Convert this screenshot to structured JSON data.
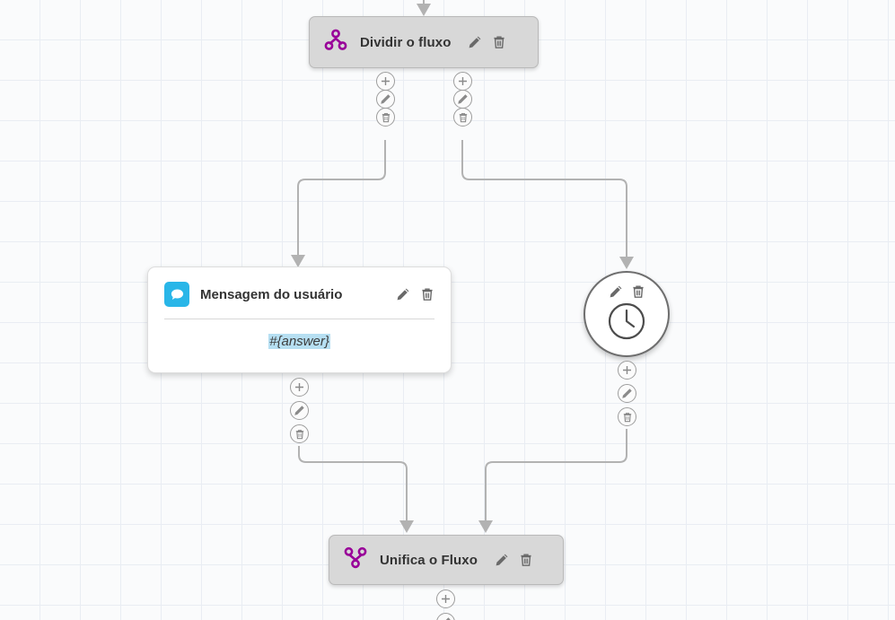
{
  "canvas": {
    "grid_color": "#e9edf3",
    "background_color": "#fafbfc",
    "edge_color": "#b2b2b2"
  },
  "nodes": [
    {
      "id": "split",
      "type": "split-flow",
      "title": "Dividir o fluxo",
      "icon": "split-flow-icon",
      "accent_color": "#990099",
      "edit_label": "Editar",
      "delete_label": "Excluir"
    },
    {
      "id": "user-message",
      "type": "user-message",
      "title": "Mensagem do usuário",
      "icon": "speech-bubble-icon",
      "accent_color": "#29b6e8",
      "body_token": "#{answer}",
      "token_highlight_color": "#b6dff2",
      "edit_label": "Editar",
      "delete_label": "Excluir"
    },
    {
      "id": "delay",
      "type": "delay",
      "title": "",
      "icon": "clock-icon",
      "edit_label": "Editar",
      "delete_label": "Excluir"
    },
    {
      "id": "merge",
      "type": "merge-flow",
      "title": "Unifica o Fluxo",
      "icon": "merge-flow-icon",
      "accent_color": "#990099",
      "edit_label": "Editar",
      "delete_label": "Excluir"
    }
  ],
  "port_buttons": {
    "add_label": "Adicionar",
    "edit_label": "Editar",
    "delete_label": "Excluir",
    "add_icon": "plus-icon",
    "edit_icon": "pencil-icon",
    "delete_icon": "trash-icon"
  },
  "port_stacks": [
    {
      "id": "split-out-left",
      "owner": "split"
    },
    {
      "id": "split-out-right",
      "owner": "split"
    },
    {
      "id": "message-out",
      "owner": "user-message"
    },
    {
      "id": "delay-out",
      "owner": "delay"
    },
    {
      "id": "merge-out",
      "owner": "merge"
    }
  ]
}
